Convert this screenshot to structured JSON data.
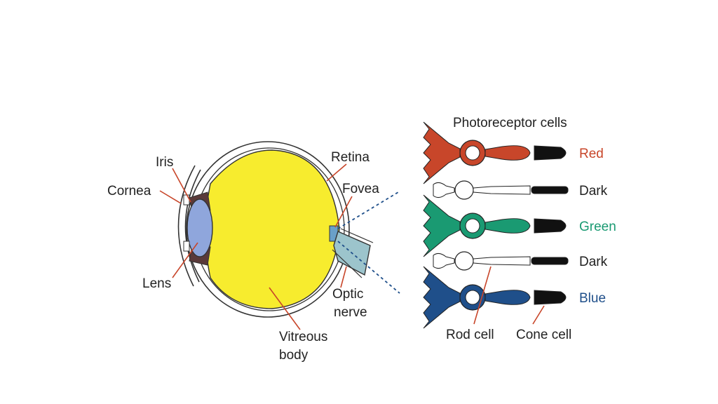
{
  "colors": {
    "vitreous": "#f7ec2e",
    "lens": "#8fa6dc",
    "retina_patch": "#6aa0c8",
    "nerve": "#9cc4cc",
    "red": "#c8462a",
    "green": "#1a9a72",
    "blue": "#1f4f8a",
    "leader": "#c8462a",
    "text": "#222222"
  },
  "eye": {
    "labels": {
      "iris": "Iris",
      "cornea": "Cornea",
      "lens": "Lens",
      "retina": "Retina",
      "fovea": "Fovea",
      "optic_1": "Optic",
      "optic_2": "nerve",
      "vitreous_1": "Vitreous",
      "vitreous_2": "body"
    }
  },
  "photoreceptors": {
    "title": "Photoreceptor cells",
    "rows": [
      {
        "label": "Red",
        "kind": "cone",
        "color": "red"
      },
      {
        "label": "Dark",
        "kind": "rod",
        "color": "none"
      },
      {
        "label": "Green",
        "kind": "cone",
        "color": "green"
      },
      {
        "label": "Dark",
        "kind": "rod",
        "color": "none"
      },
      {
        "label": "Blue",
        "kind": "cone",
        "color": "blue"
      }
    ],
    "rod_cell": "Rod cell",
    "cone_cell": "Cone cell"
  }
}
